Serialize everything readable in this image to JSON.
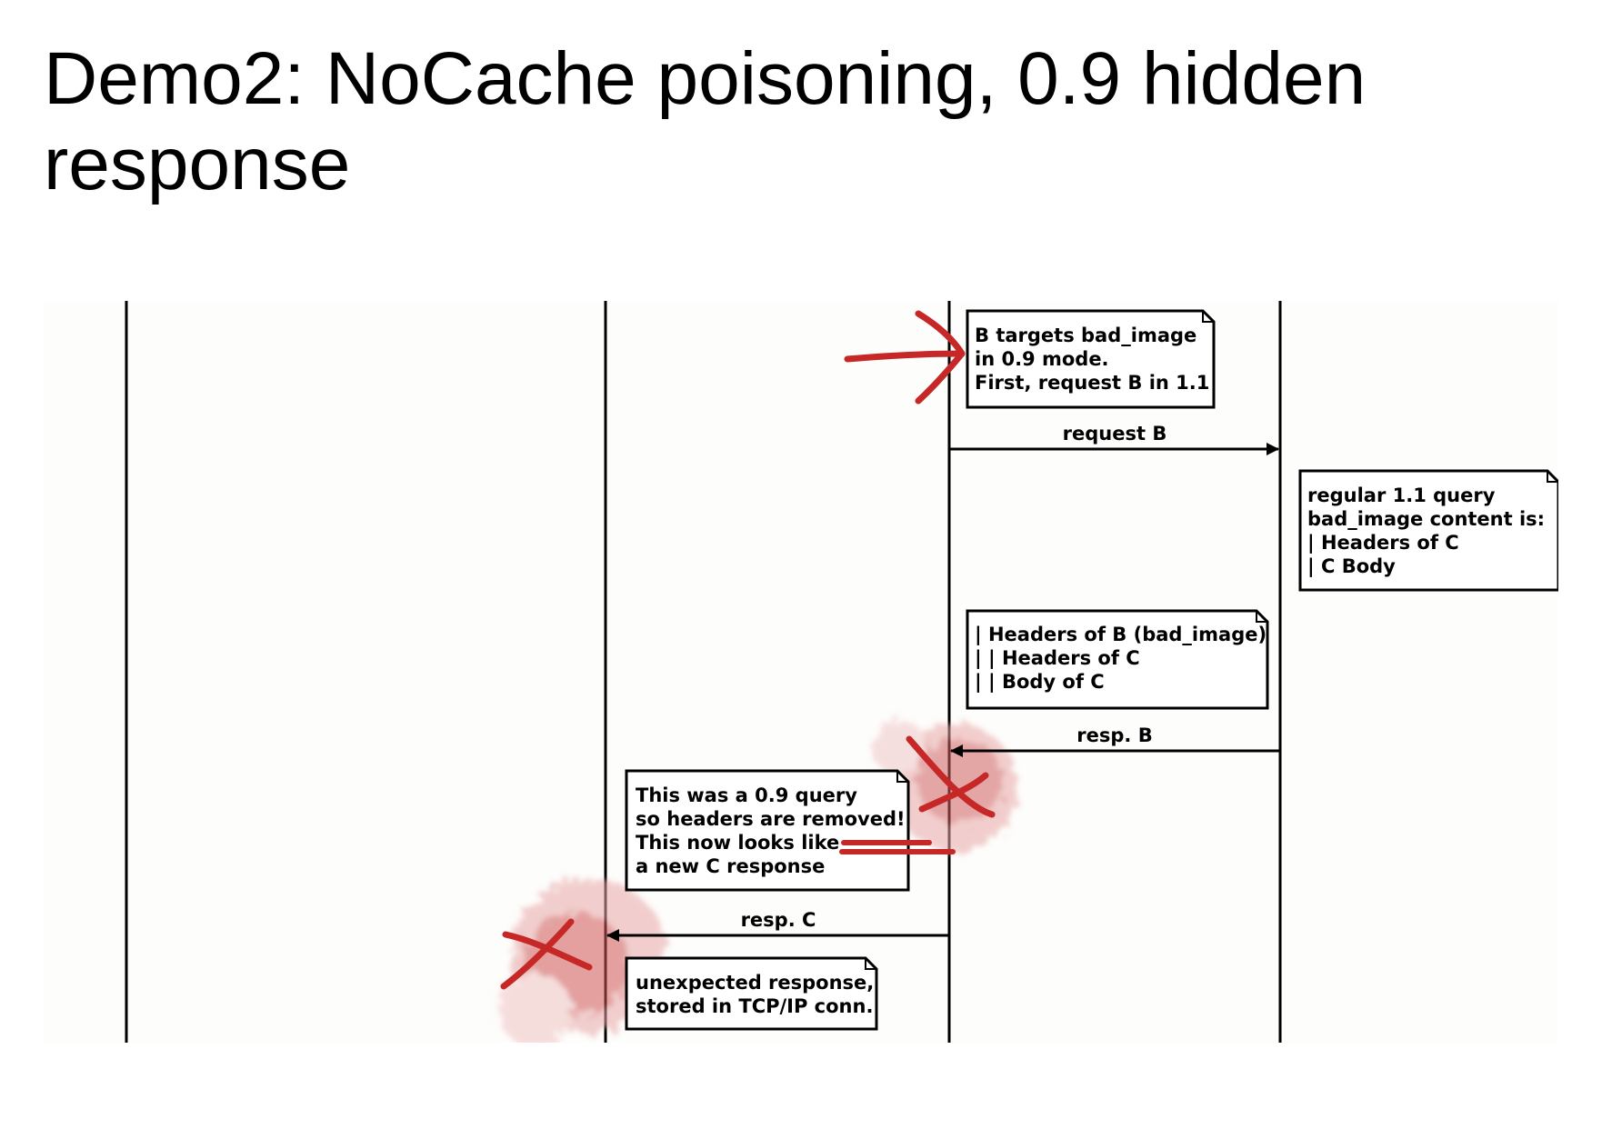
{
  "slide": {
    "title_line1": "Demo2: NoCache poisoning, 0.9 hidden",
    "title_line2": "response"
  },
  "diagram": {
    "type": "sequence",
    "lifelines": 4,
    "notes": [
      {
        "id": "note-b-targets",
        "lines": [
          "B targets bad_image",
          "in 0.9 mode.",
          "First, request B in 1.1"
        ]
      },
      {
        "id": "note-regular-query",
        "lines": [
          "regular 1.1 query",
          "bad_image content is:",
          "| Headers of C",
          "| C Body"
        ]
      },
      {
        "id": "note-headers-b",
        "lines": [
          "| Headers of B (bad_image)",
          "| | Headers of C",
          "| | Body of C"
        ]
      },
      {
        "id": "note-09-query",
        "lines": [
          "This was a 0.9 query",
          "so headers are removed!",
          "This now looks like",
          "a new C response"
        ]
      },
      {
        "id": "note-unexpected",
        "lines": [
          "unexpected response,",
          "stored in TCP/IP conn."
        ]
      }
    ],
    "messages": [
      {
        "id": "msg-request-b",
        "label": "request B"
      },
      {
        "id": "msg-resp-b",
        "label": "resp. B"
      },
      {
        "id": "msg-resp-c",
        "label": "resp. C"
      }
    ],
    "annotation_color": "#c62828"
  }
}
